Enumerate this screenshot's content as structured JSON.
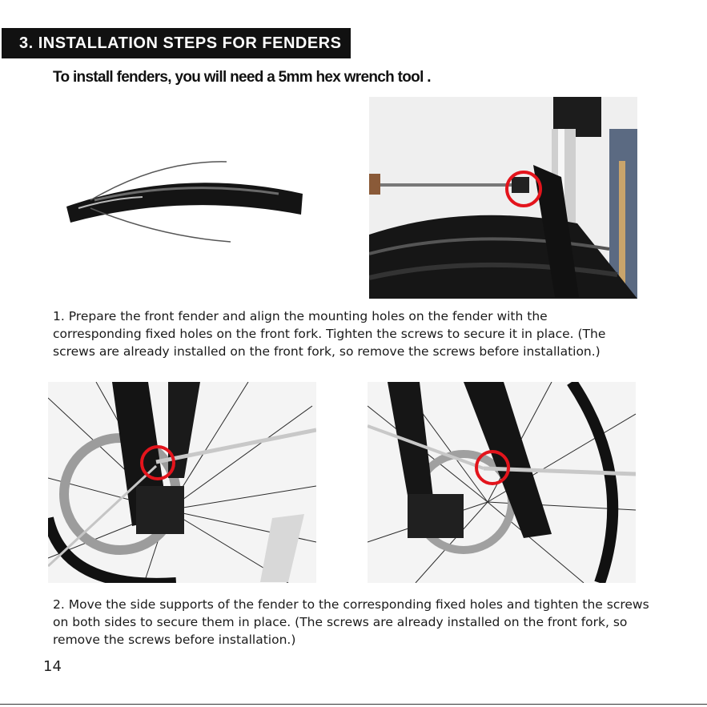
{
  "section": {
    "title": "3. INSTALLATION STEPS FOR FENDERS"
  },
  "intro": {
    "text": "To install fenders, you will need a 5mm hex wrench tool ."
  },
  "steps": [
    {
      "text": "1. Prepare the front fender and align the mounting holes on the fender with the corresponding fixed holes on the front fork. Tighten the screws to secure it in place. (The screws are already installed on the front fork, so remove the screws before installation.)"
    },
    {
      "text": "2. Move the side supports of the fender to the corresponding fixed holes and tighten the screws on both sides to secure them in place. (The screws are already installed on the front fork, so remove the screws before installation.)"
    }
  ],
  "page": {
    "number": "14"
  },
  "colors": {
    "banner_bg": "#111111",
    "highlight_ring": "#e3141c"
  }
}
